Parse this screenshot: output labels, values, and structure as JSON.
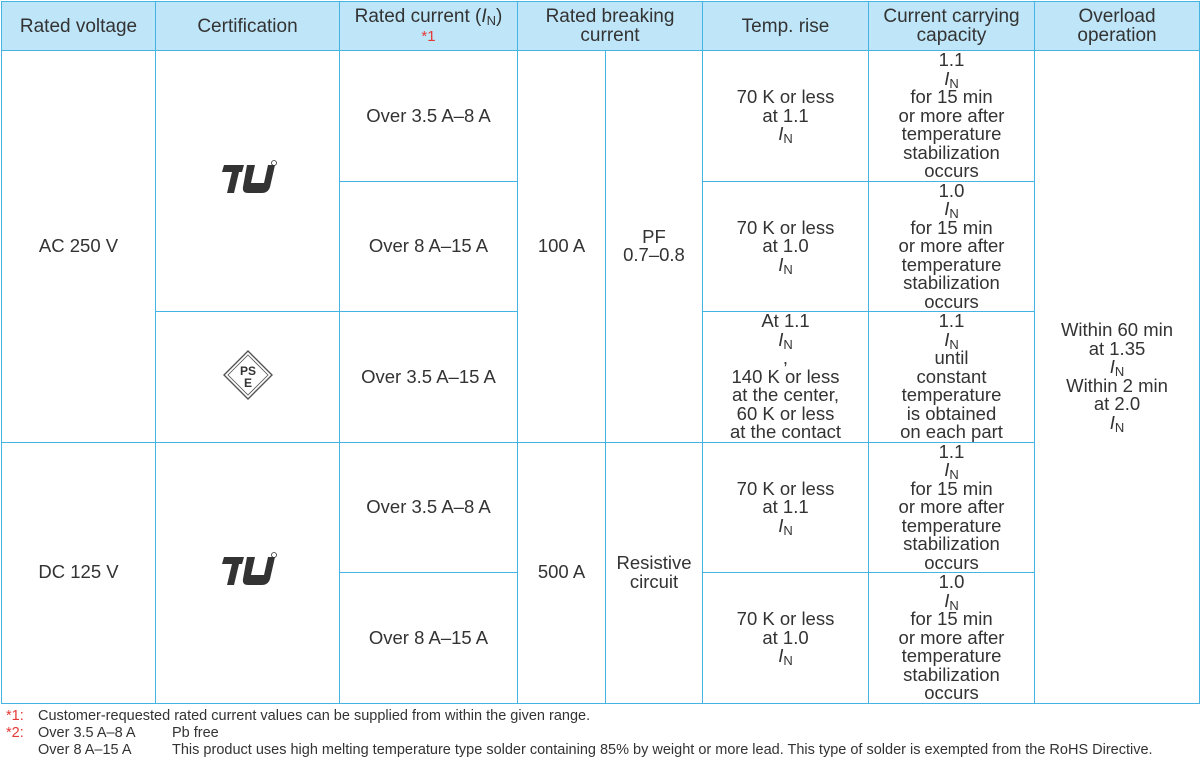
{
  "headers": {
    "rated_voltage": "Rated voltage",
    "certification": "Certification",
    "rated_current_prefix": "Rated current (",
    "rated_current_symbol": "I",
    "rated_current_sub": "N",
    "rated_current_suffix": ")",
    "rated_current_note": "*1",
    "rated_breaking_current": "Rated breaking current",
    "temp_rise": "Temp. rise",
    "current_carrying_capacity": "Current carrying capacity",
    "overload_operation": "Overload operation"
  },
  "cert_logos": {
    "ul": "ul-recognized-mark-icon",
    "pse": "pse-diamond-mark-icon",
    "pse_letters_top": "PS",
    "pse_letters_bottom": "E"
  },
  "ac": {
    "voltage": "AC 250 V",
    "breaking_current": "100 A",
    "pf_line1": "PF",
    "pf_line2": "0.7–0.8",
    "rows": [
      {
        "rated_current": "Over 3.5 A–8 A",
        "temp_rise": [
          "70 K or less",
          "at 1.1 "
        ],
        "capacity": [
          "1.1 ",
          " for 15 min",
          "or more after",
          "temperature",
          "stabilization",
          "occurs"
        ]
      },
      {
        "rated_current": "Over 8 A–15 A",
        "temp_rise": [
          "70 K or less",
          "at 1.0 "
        ],
        "capacity": [
          "1.0 ",
          " for 15 min",
          "or more after",
          "temperature",
          "stabilization",
          "occurs"
        ]
      },
      {
        "rated_current": "Over 3.5 A–15 A",
        "temp_rise": [
          "At 1.1 ",
          ",",
          "140 K or less",
          "at the center,",
          "60 K or less",
          "at the contact"
        ],
        "capacity": [
          "1.1 ",
          " until",
          "constant",
          "temperature",
          "is obtained",
          "on each part"
        ]
      }
    ]
  },
  "dc": {
    "voltage": "DC 125 V",
    "breaking_current": "500 A",
    "circuit_line1": "Resistive",
    "circuit_line2": "circuit",
    "rows": [
      {
        "rated_current": "Over 3.5 A–8 A",
        "temp_rise": [
          "70 K or less",
          "at 1.1 "
        ],
        "capacity": [
          "1.1 ",
          " for 15 min",
          "or more after",
          "temperature",
          "stabilization",
          "occurs"
        ]
      },
      {
        "rated_current": "Over 8 A–15 A",
        "temp_rise": [
          "70 K or less",
          "at 1.0 "
        ],
        "capacity": [
          "1.0 ",
          " for 15 min",
          "or more after",
          "temperature",
          "stabilization",
          "occurs"
        ]
      }
    ]
  },
  "overload": {
    "line1": "Within 60 min",
    "line2": "at 1.35 ",
    "line3": "Within 2 min",
    "line4": "at 2.0 "
  },
  "symbol": {
    "I": "I",
    "N": "N"
  },
  "notes": {
    "n1_mark": "*1:",
    "n1_text": "Customer-requested rated current values can be supplied from within the given range.",
    "n2_mark": "*2:",
    "n2_a_range": "Over 3.5 A–8 A",
    "n2_a_text": "Pb free",
    "n2_b_range": "Over 8 A–15 A",
    "n2_b_text": "This product uses high melting temperature type solder containing 85% by weight or more lead. This type of solder is exempted from the RoHS Directive."
  }
}
